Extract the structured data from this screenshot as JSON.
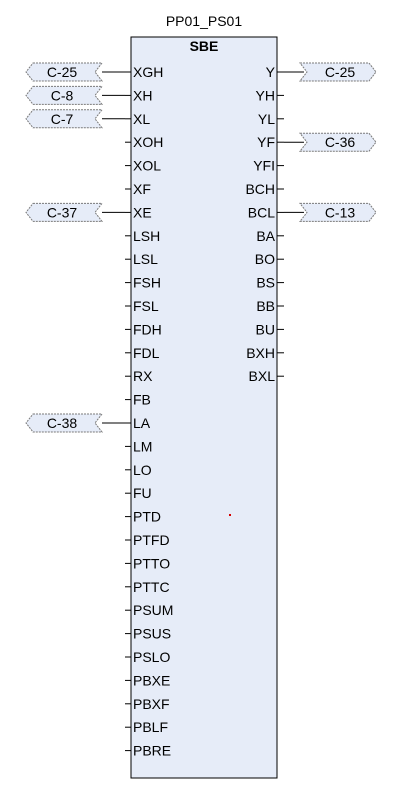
{
  "block": {
    "instance_name": "PP01_PS01",
    "type_name": "SBE",
    "colors": {
      "fill": "#e6ecf8",
      "border": "#000000",
      "connector_fill": "#e6ecf8",
      "connector_border": "#7a7a7a",
      "marker": "#d40000"
    },
    "inputs": [
      {
        "pin": "XGH",
        "connector": "C-25"
      },
      {
        "pin": "XH",
        "connector": "C-8"
      },
      {
        "pin": "XL",
        "connector": "C-7"
      },
      {
        "pin": "XOH",
        "connector": ""
      },
      {
        "pin": "XOL",
        "connector": ""
      },
      {
        "pin": "XF",
        "connector": ""
      },
      {
        "pin": "XE",
        "connector": "C-37"
      },
      {
        "pin": "LSH",
        "connector": ""
      },
      {
        "pin": "LSL",
        "connector": ""
      },
      {
        "pin": "FSH",
        "connector": ""
      },
      {
        "pin": "FSL",
        "connector": ""
      },
      {
        "pin": "FDH",
        "connector": ""
      },
      {
        "pin": "FDL",
        "connector": ""
      },
      {
        "pin": "RX",
        "connector": ""
      },
      {
        "pin": "FB",
        "connector": ""
      },
      {
        "pin": "LA",
        "connector": "C-38"
      },
      {
        "pin": "LM",
        "connector": ""
      },
      {
        "pin": "LO",
        "connector": ""
      },
      {
        "pin": "FU",
        "connector": ""
      },
      {
        "pin": "PTD",
        "connector": ""
      },
      {
        "pin": "PTFD",
        "connector": ""
      },
      {
        "pin": "PTTO",
        "connector": ""
      },
      {
        "pin": "PTTC",
        "connector": ""
      },
      {
        "pin": "PSUM",
        "connector": ""
      },
      {
        "pin": "PSUS",
        "connector": ""
      },
      {
        "pin": "PSLO",
        "connector": ""
      },
      {
        "pin": "PBXE",
        "connector": ""
      },
      {
        "pin": "PBXF",
        "connector": ""
      },
      {
        "pin": "PBLF",
        "connector": ""
      },
      {
        "pin": "PBRE",
        "connector": ""
      }
    ],
    "outputs": [
      {
        "pin": "Y",
        "connector": "C-25"
      },
      {
        "pin": "YH",
        "connector": ""
      },
      {
        "pin": "YL",
        "connector": ""
      },
      {
        "pin": "YF",
        "connector": "C-36"
      },
      {
        "pin": "YFI",
        "connector": ""
      },
      {
        "pin": "BCH",
        "connector": ""
      },
      {
        "pin": "BCL",
        "connector": "C-13"
      },
      {
        "pin": "BA",
        "connector": ""
      },
      {
        "pin": "BO",
        "connector": ""
      },
      {
        "pin": "BS",
        "connector": ""
      },
      {
        "pin": "BB",
        "connector": ""
      },
      {
        "pin": "BU",
        "connector": ""
      },
      {
        "pin": "BXH",
        "connector": ""
      },
      {
        "pin": "BXL",
        "connector": ""
      }
    ]
  }
}
